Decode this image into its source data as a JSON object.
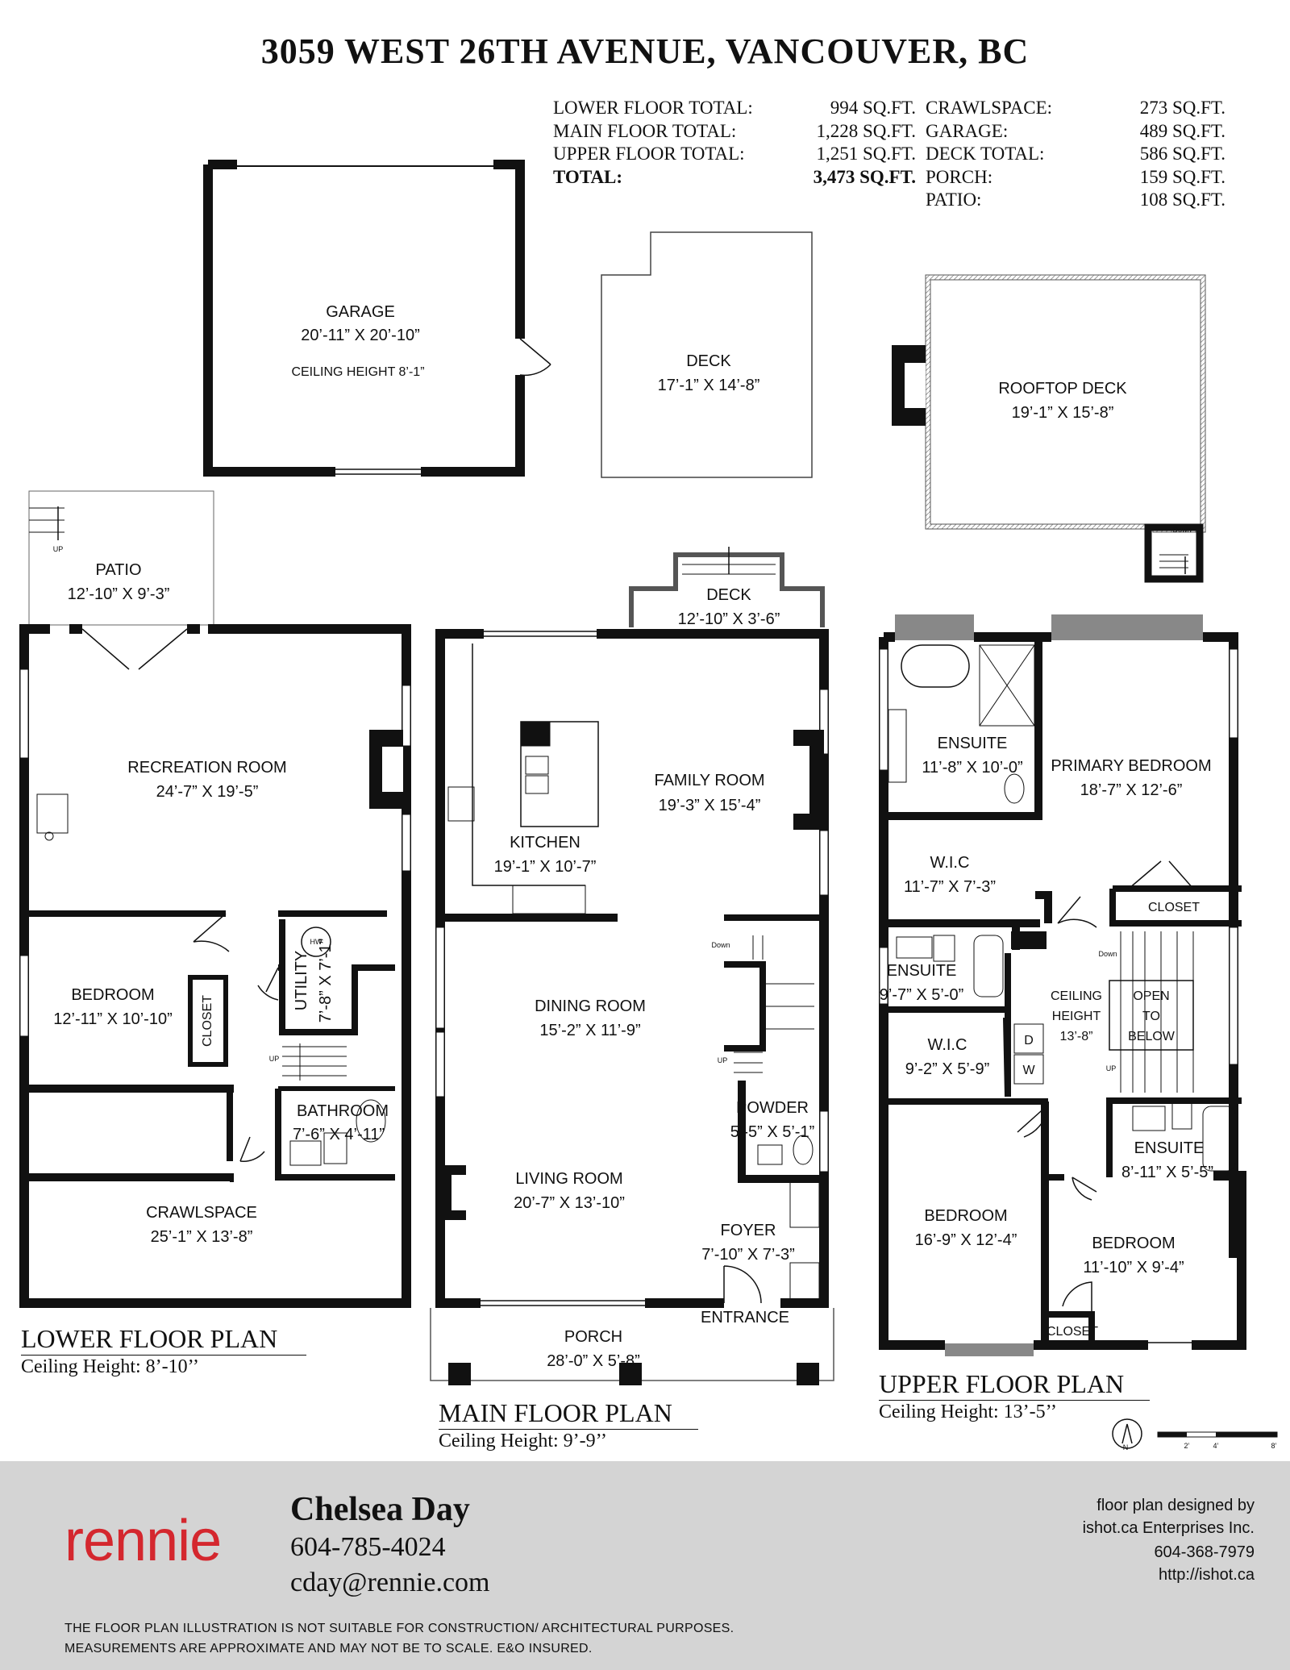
{
  "title": "3059 WEST 26TH AVENUE, VANCOUVER, BC",
  "totals_left": [
    {
      "label": "LOWER FLOOR TOTAL:",
      "value": "994 SQ.FT.",
      "bold": false
    },
    {
      "label": "MAIN FLOOR TOTAL:",
      "value": "1,228 SQ.FT.",
      "bold": false
    },
    {
      "label": "UPPER FLOOR TOTAL:",
      "value": "1,251 SQ.FT.",
      "bold": false
    },
    {
      "label": "TOTAL:",
      "value": "3,473 SQ.FT.",
      "bold": true
    }
  ],
  "totals_right": [
    {
      "label": "CRAWLSPACE:",
      "value": "273 SQ.FT."
    },
    {
      "label": "GARAGE:",
      "value": "489 SQ.FT."
    },
    {
      "label": "DECK TOTAL:",
      "value": "586 SQ.FT."
    },
    {
      "label": "PORCH:",
      "value": "159 SQ.FT."
    },
    {
      "label": "PATIO:",
      "value": "108 SQ.FT."
    }
  ],
  "rooms": {
    "garage": {
      "name": "GARAGE",
      "dims": "20’-11” X 20’-10”",
      "note": "CEILING HEIGHT 8’-1”"
    },
    "deck_top": {
      "name": "DECK",
      "dims": "17’-1” X 14’-8”"
    },
    "rooftop_deck": {
      "name": "ROOFTOP DECK",
      "dims": "19’-1” X 15’-8”"
    },
    "patio": {
      "name": "PATIO",
      "dims": "12’-10” X 9’-3”"
    },
    "recreation": {
      "name": "RECREATION ROOM",
      "dims": "24’-7” X 19’-5”"
    },
    "lower_bedroom": {
      "name": "BEDROOM",
      "dims": "12’-11” X 10’-10”"
    },
    "lower_closet": {
      "name": "CLOSET"
    },
    "utility": {
      "name": "UTILITY",
      "dims": "7’-8” X 7’-1”"
    },
    "lower_bathroom": {
      "name": "BATHROOM",
      "dims": "7’-6” X 4’-11”"
    },
    "crawlspace": {
      "name": "CRAWLSPACE",
      "dims": "25’-1” X 13’-8”"
    },
    "deck_main": {
      "name": "DECK",
      "dims": "12’-10” X 3’-6”"
    },
    "family": {
      "name": "FAMILY ROOM",
      "dims": "19’-3” X 15’-4”"
    },
    "kitchen": {
      "name": "KITCHEN",
      "dims": "19’-1” X 10’-7”"
    },
    "dining": {
      "name": "DINING ROOM",
      "dims": "15’-2” X 11’-9”"
    },
    "powder": {
      "name": "POWDER",
      "dims": "5’-5” X 5’-1”"
    },
    "living": {
      "name": "LIVING ROOM",
      "dims": "20’-7” X 13’-10”"
    },
    "foyer": {
      "name": "FOYER",
      "dims": "7’-10” X 7’-3”"
    },
    "entrance": {
      "name": "ENTRANCE"
    },
    "porch": {
      "name": "PORCH",
      "dims": "28’-0” X 5’-8”"
    },
    "ensuite_primary": {
      "name": "ENSUITE",
      "dims": "11’-8” X 10’-0”"
    },
    "primary_bedroom": {
      "name": "PRIMARY BEDROOM",
      "dims": "18’-7” X 12’-6”"
    },
    "wic_upper": {
      "name": "W.I.C",
      "dims": "11’-7” X 7’-3”"
    },
    "upper_closet": {
      "name": "CLOSET"
    },
    "ensuite_mid": {
      "name": "ENSUITE",
      "dims": "9’-7” X 5’-0”"
    },
    "ceiling_height": {
      "line1": "CEILING",
      "line2": "HEIGHT",
      "line3": "13’-8”"
    },
    "open_below": {
      "line1": "OPEN",
      "line2": "TO",
      "line3": "BELOW"
    },
    "wic_lower": {
      "name": "W.I.C",
      "dims": "9’-2” X 5’-9”"
    },
    "ensuite_small": {
      "name": "ENSUITE",
      "dims": "8’-11” X 5’-5”"
    },
    "bedroom_left": {
      "name": "BEDROOM",
      "dims": "16’-9” X 12’-4”"
    },
    "bedroom_right": {
      "name": "BEDROOM",
      "dims": "11’-10” X 9’-4”"
    },
    "closet_bottom": {
      "name": "CLOSET"
    }
  },
  "markers": {
    "up": "UP",
    "down": "Down",
    "hw": "HW",
    "dryer": "D",
    "washer": "W",
    "north": "N"
  },
  "scale_labels": [
    "2’",
    "4’",
    "8’"
  ],
  "plans": {
    "lower": {
      "title": "LOWER FLOOR PLAN",
      "sub": "Ceiling Height: 8’-10’’"
    },
    "main": {
      "title": "MAIN FLOOR PLAN",
      "sub": "Ceiling Height: 9’-9’’"
    },
    "upper": {
      "title": "UPPER FLOOR PLAN",
      "sub": "Ceiling Height: 13’-5’’"
    }
  },
  "footer": {
    "brand": "rennie",
    "agent_name": "Chelsea Day",
    "agent_phone": "604-785-4024",
    "agent_email": "cday@rennie.com",
    "designer_lines": [
      "floor plan designed by",
      "ishot.ca Enterprises Inc.",
      "604-368-7979",
      "http://ishot.ca"
    ],
    "disclaimer_lines": [
      "THE FLOOR PLAN ILLUSTRATION IS NOT SUITABLE FOR CONSTRUCTION/ ARCHITECTURAL PURPOSES.",
      "MEASUREMENTS ARE APPROXIMATE AND MAY NOT BE TO SCALE. E&O INSURED."
    ]
  },
  "colors": {
    "wall": "#111111",
    "brand": "#d4272e",
    "footer_bg": "#d4d4d4",
    "window": "#888888"
  }
}
